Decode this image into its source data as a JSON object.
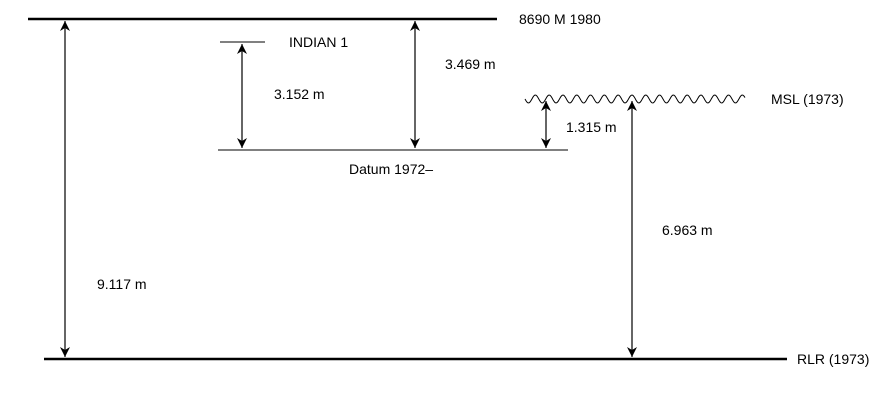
{
  "diagram": {
    "benchmarks": {
      "top": "8690 M 1980",
      "indian": "INDIAN 1",
      "datum": "Datum 1972–",
      "msl": "MSL (1973)",
      "rlr": "RLR (1973)"
    },
    "distances": {
      "top_to_rlr": "9.117 m",
      "indian_to_datum": "3.152 m",
      "top_to_datum": "3.469 m",
      "msl_to_datum": "1.315 m",
      "msl_to_rlr": "6.963 m"
    },
    "colors": {
      "ink": "#000000",
      "background": "#ffffff"
    }
  }
}
